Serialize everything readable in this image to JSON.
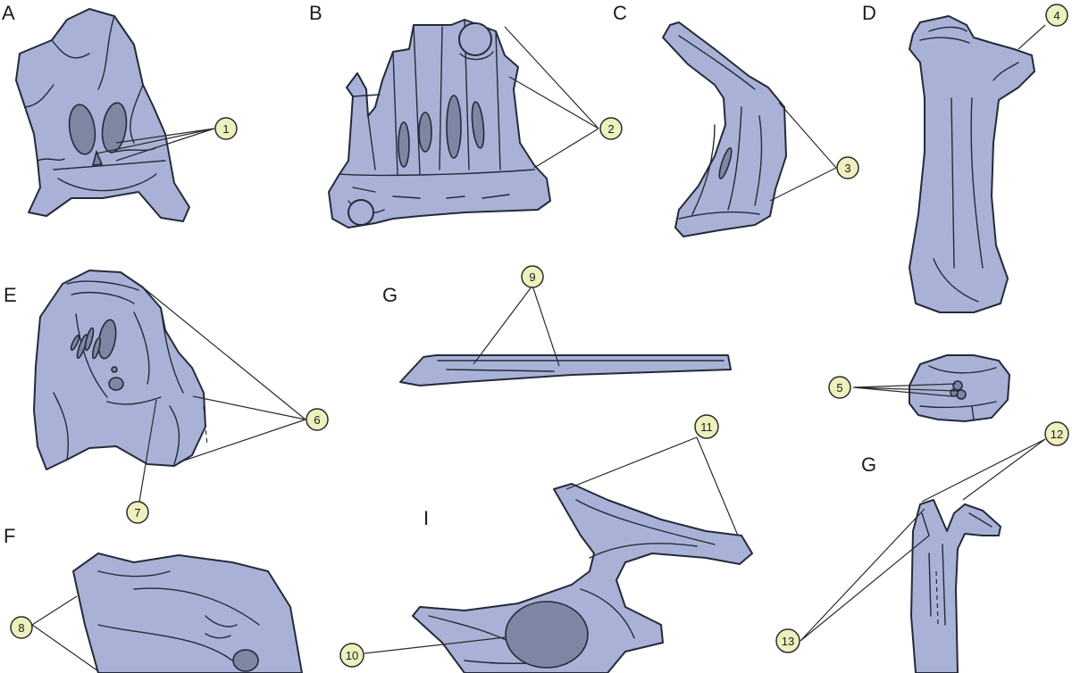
{
  "panels": {
    "a": "A",
    "b": "B",
    "c": "C",
    "d": "D",
    "e": "E",
    "f": "F",
    "g1": "G",
    "g2": "G",
    "i": "I"
  },
  "callouts": {
    "c1": "1",
    "c2": "2",
    "c3": "3",
    "c4": "4",
    "c5": "5",
    "c6": "6",
    "c7": "7",
    "c8": "8",
    "c9": "9",
    "c10": "10",
    "c11": "11",
    "c12": "12",
    "c13": "13"
  },
  "colors": {
    "bone_fill": "#a9b2d6",
    "outline": "#232a3a",
    "callout_fill": "#eef0bd",
    "background": "#ffffff"
  }
}
